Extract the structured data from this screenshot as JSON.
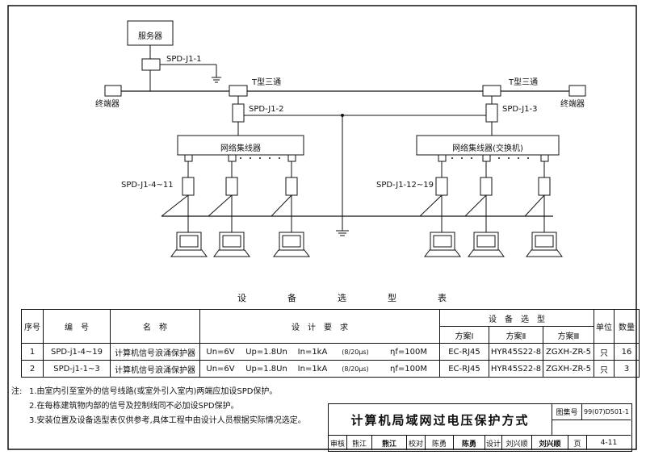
{
  "diagram": {
    "server": "服务器",
    "spd_server": "SPD-J1-1",
    "terminal_left": "终端器",
    "terminal_right": "终端器",
    "tee_left": "T型三通",
    "tee_right": "T型三通",
    "spd_left": "SPD-J1-2",
    "spd_right": "SPD-J1-3",
    "hub_left": "网络集线器",
    "hub_right": "网络集线器(交换机)",
    "spd_group_left": "SPD-J1-4~11",
    "spd_group_right": "SPD-J1-12~19"
  },
  "table": {
    "title": "设　备　选　型　表",
    "headers": {
      "index": "序号",
      "code": "编　号",
      "name": "名　称",
      "requirements": "设　计　要　求",
      "selection": "设　备　选　型",
      "scheme1": "方案Ⅰ",
      "scheme2": "方案Ⅱ",
      "scheme3": "方案Ⅲ",
      "unit": "单位",
      "qty": "数量"
    },
    "rows": [
      {
        "index": "1",
        "code": "SPD-j1-4~19",
        "name": "计算机信号浪涌保护器",
        "un": "Un=6V",
        "up": "Up=1.8Un",
        "in": "In=1kA",
        "wave": "(8/20μs)",
        "f": "ηf=100M",
        "s1": "EC-RJ45",
        "s2": "HYR45S22-8",
        "s3": "ZGXH-ZR-5",
        "unit": "只",
        "qty": "16"
      },
      {
        "index": "2",
        "code": "SPD-j1-1~3",
        "name": "计算机信号浪涌保护器",
        "un": "Un=6V",
        "up": "Up=1.8Un",
        "in": "In=1kA",
        "wave": "(8/20μs)",
        "f": "ηf=100M",
        "s1": "EC-RJ45",
        "s2": "HYR45S22-8",
        "s3": "ZGXH-ZR-5",
        "unit": "只",
        "qty": "3"
      }
    ]
  },
  "notes": {
    "label": "注:",
    "items": [
      "1.由室内引至室外的信号线路(或室外引入室内)两端应加设SPD保护。",
      "2.在每栋建筑物内部的信号及控制线同不必加设SPD保护。",
      "3.安装位置及设备选型表仅供参考,具体工程中由设计人员根据实际情况选定。"
    ]
  },
  "title_block": {
    "title": "计算机局域网过电压保护方式",
    "atlas_label": "图集号",
    "atlas_no": "99(07)D501-1",
    "page_label": "页",
    "page_no": "4-11",
    "review": "审核",
    "reviewer": "熊江",
    "reviewer_sig": "熊江",
    "check": "校对",
    "checker": "陈勇",
    "checker_sig": "陈勇",
    "design": "设计",
    "designer": "刘兴顺",
    "designer_sig": "刘兴顺"
  }
}
